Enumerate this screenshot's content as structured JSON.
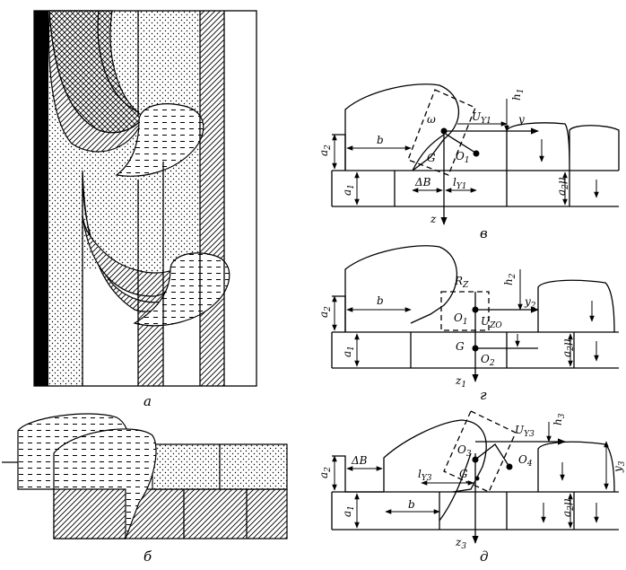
{
  "captions": {
    "a": "а",
    "b": "б",
    "v": "в",
    "g": "г",
    "d": "д"
  },
  "panel_v": {
    "a2": "a",
    "a2_sub": "2",
    "a1": "a",
    "a1_sub": "1",
    "b": "b",
    "delta_b": "ΔB",
    "l_y1": "l",
    "l_y1_sub": "Y1",
    "u_y1": "U",
    "u_y1_sub": "Y1",
    "h1": "h",
    "h1_sub": "1",
    "y": "y",
    "z": "z",
    "omega": "ω",
    "G": "G",
    "O1": "O",
    "O1_sub": "1",
    "a2mu": "a",
    "a2mu_sub": "2",
    "a2mu_mu": "μ"
  },
  "panel_g": {
    "a2": "a",
    "a2_sub": "2",
    "a1": "a",
    "a1_sub": "1",
    "b": "b",
    "Rz": "R",
    "Rz_sub": "Z",
    "h2": "h",
    "h2_sub": "2",
    "y2": "y",
    "y2_sub": "2",
    "O1": "O",
    "O1_sub": "1",
    "u_zo": "U",
    "u_zo_sub": "ZO",
    "G": "G",
    "O2": "O",
    "O2_sub": "2",
    "z1": "z",
    "z1_sub": "1",
    "a2mu": "a",
    "a2mu_sub": "2",
    "a2mu_mu": "μ"
  },
  "panel_d": {
    "a2": "a",
    "a2_sub": "2",
    "a1": "a",
    "a1_sub": "1",
    "delta_b": "ΔB",
    "l_y3": "l",
    "l_y3_sub": "Y3",
    "b": "b",
    "u_y3": "U",
    "u_y3_sub": "Y3",
    "h3": "h",
    "h3_sub": "3",
    "y3": "y",
    "y3_sub": "3",
    "O3": "O",
    "O3_sub": "3",
    "O4": "O",
    "O4_sub": "4",
    "G": "G",
    "z3": "z",
    "z3_sub": "3",
    "a2mu": "a",
    "a2mu_sub": "2",
    "a2mu_mu": "μ"
  }
}
